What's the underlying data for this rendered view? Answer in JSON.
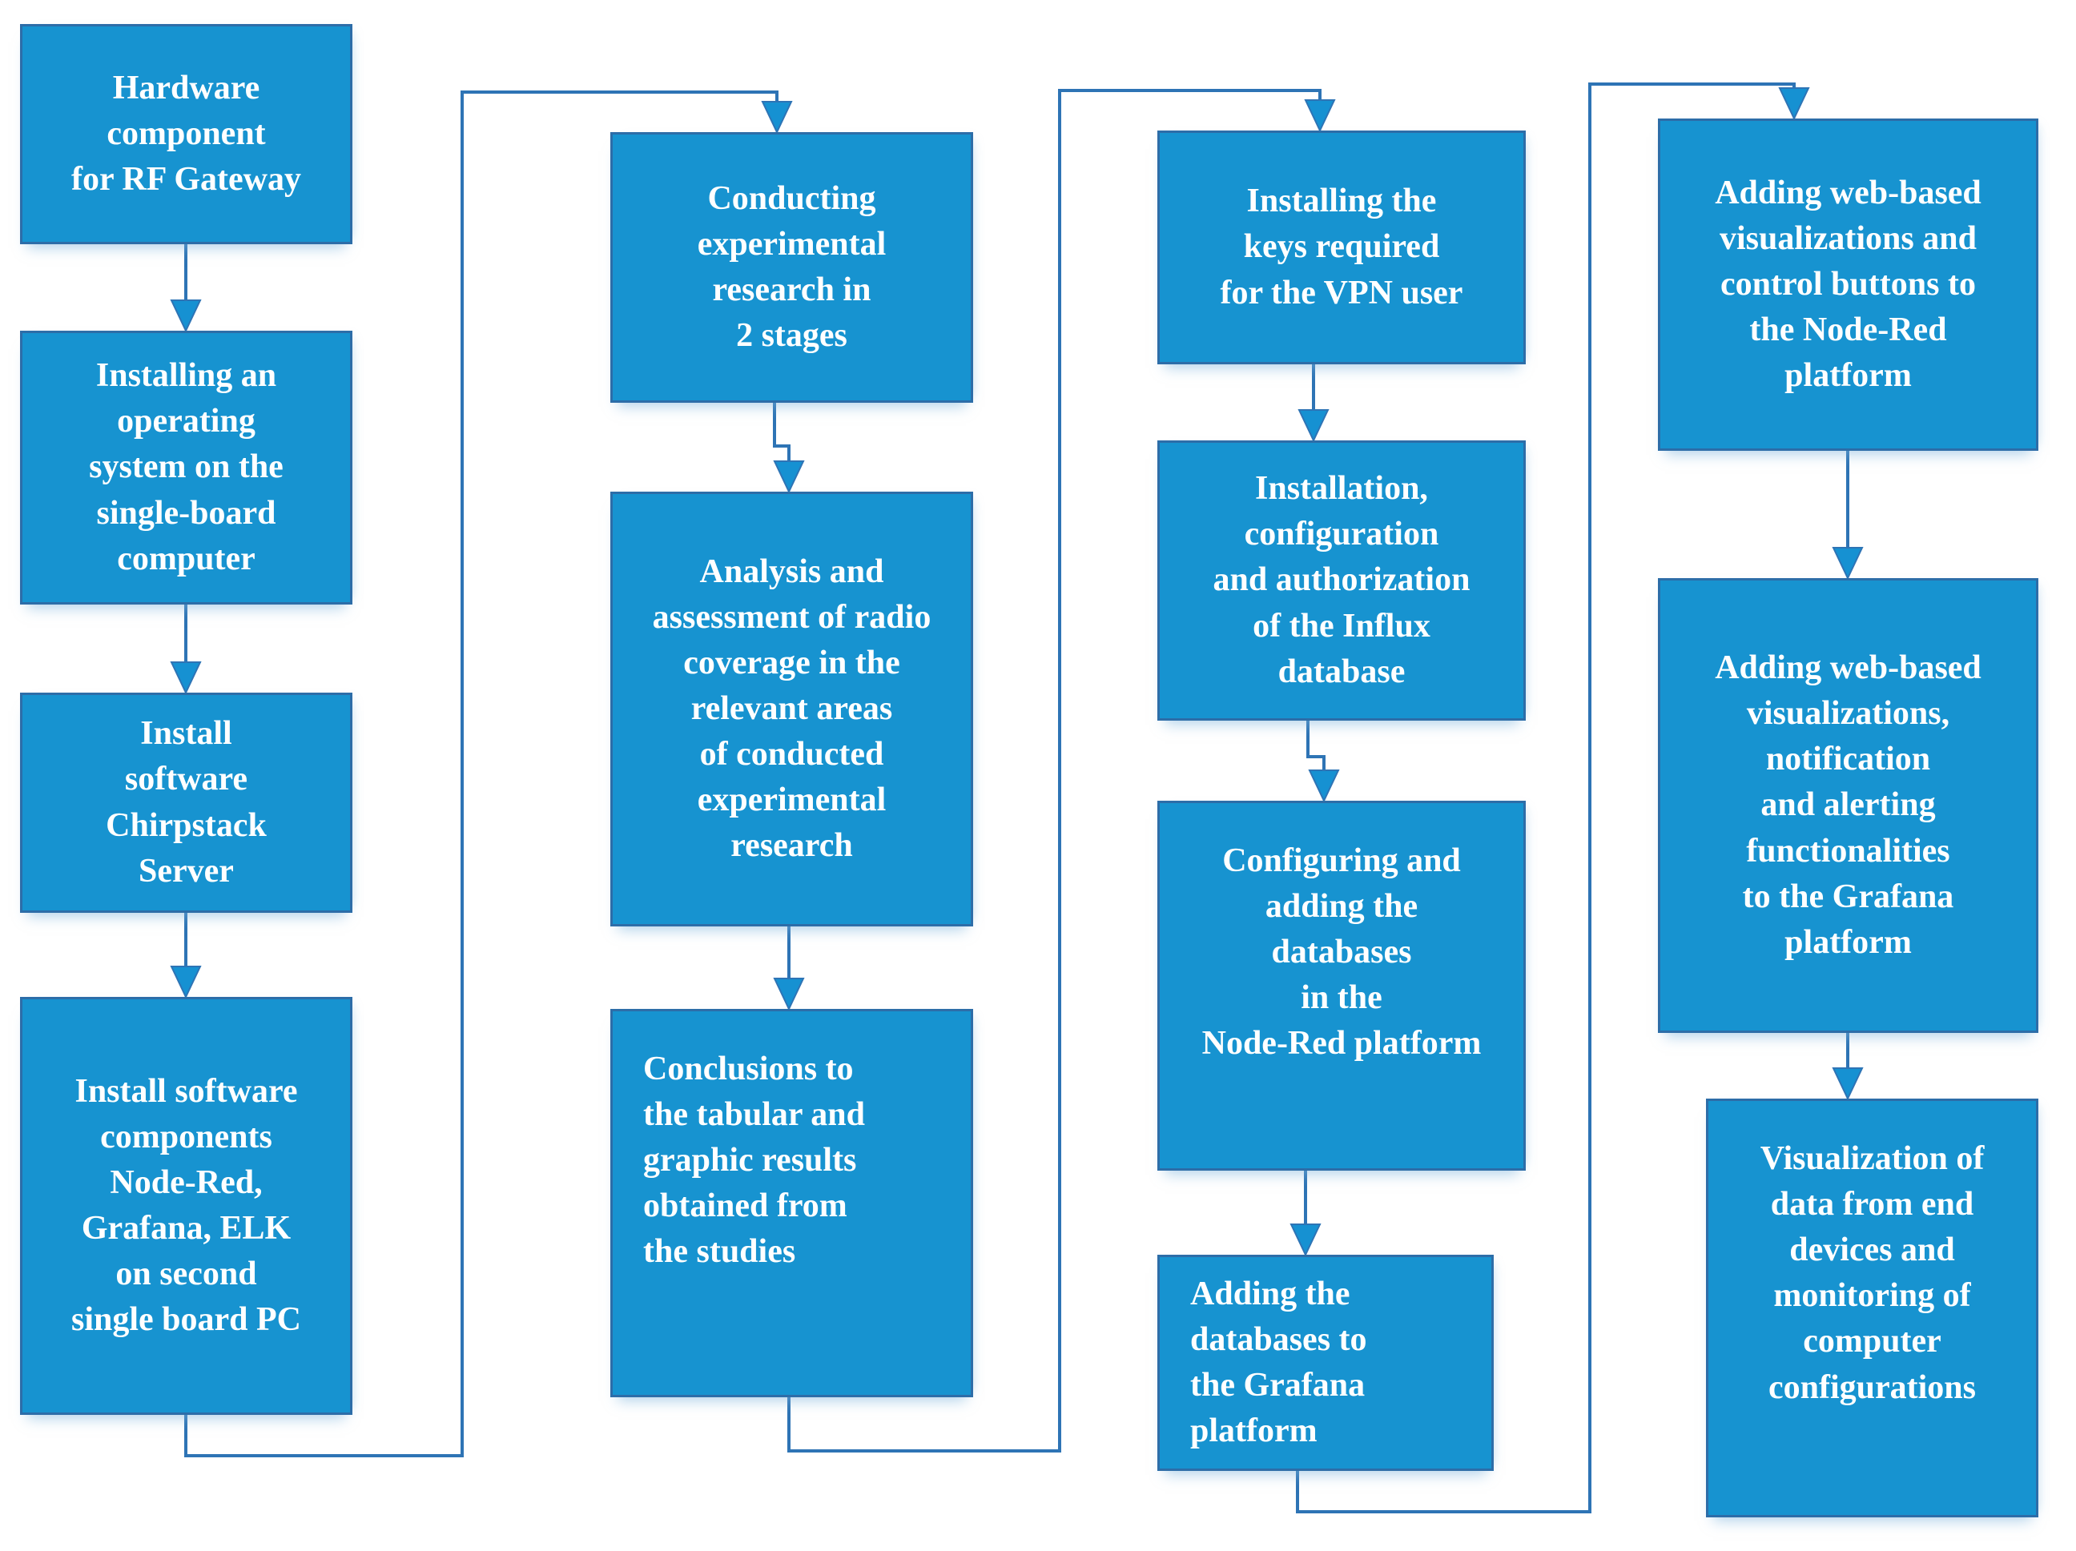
{
  "colors": {
    "box_fill": "#1793d0",
    "box_border": "#2d6da8",
    "connector": "#2e74b5",
    "arrow_fill": "#1691d2",
    "text": "#ffffff",
    "background": "#ffffff"
  },
  "diagram": {
    "columns": [
      {
        "boxes": [
          {
            "id": "hardware-component",
            "text": "Hardware\ncomponent\nfor RF Gateway"
          },
          {
            "id": "install-os",
            "text": "Installing an\noperating\nsystem on the\nsingle-board\ncomputer"
          },
          {
            "id": "install-chirpstack",
            "text": "Install\nsoftware\nChirpstack\nServer"
          },
          {
            "id": "install-components",
            "text": "Install software\ncomponents\nNode-Red,\nGrafana, ELK\non second\nsingle board PC"
          }
        ]
      },
      {
        "boxes": [
          {
            "id": "conduct-research",
            "text": "Conducting\nexperimental\nresearch in\n2 stages"
          },
          {
            "id": "analysis-coverage",
            "text": "Analysis and\nassessment of radio\ncoverage in the\nrelevant areas\nof conducted\nexperimental\nresearch"
          },
          {
            "id": "conclusions",
            "text": "Conclusions to\nthe tabular and\ngraphic results\nobtained from\nthe studies"
          }
        ]
      },
      {
        "boxes": [
          {
            "id": "vpn-keys",
            "text": "Installing the\nkeys required\nfor the VPN user"
          },
          {
            "id": "influx-database",
            "text": "Installation,\nconfiguration\nand authorization\nof the Influx\ndatabase"
          },
          {
            "id": "nodered-databases",
            "text": "Configuring and\nadding the\ndatabases\nin the\nNode-Red platform"
          },
          {
            "id": "grafana-databases",
            "text": "Adding the\ndatabases to\nthe Grafana\nplatform"
          }
        ]
      },
      {
        "boxes": [
          {
            "id": "nodered-visualizations",
            "text": "Adding web-based\nvisualizations and\ncontrol buttons to\nthe Node-Red\nplatform"
          },
          {
            "id": "grafana-visualizations",
            "text": "Adding web-based\nvisualizations,\nnotification\nand alerting\nfunctionalities\nto the Grafana\nplatform"
          },
          {
            "id": "data-visualization",
            "text": "Visualization of\ndata from end\ndevices and\nmonitoring of\ncomputer\nconfigurations"
          }
        ]
      }
    ]
  }
}
